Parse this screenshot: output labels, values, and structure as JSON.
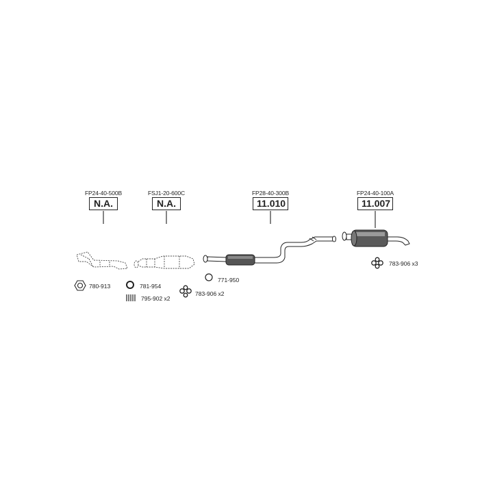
{
  "sections": [
    {
      "part_number": "FP24-40-500B",
      "price": "N.A."
    },
    {
      "part_number": "FSJ1-20-600C",
      "price": "N.A."
    },
    {
      "part_number": "FP28-40-300B",
      "price": "11.010"
    },
    {
      "part_number": "FP24-40-100A",
      "price": "11.007"
    }
  ],
  "accessories": [
    {
      "label": "780-913",
      "icon": "gasket-icon"
    },
    {
      "label": "781-954",
      "icon": "ring-icon"
    },
    {
      "label": "795-902 x2",
      "icon": "spring-icon"
    },
    {
      "label": "783-906 x2",
      "icon": "rubber-mount-icon"
    },
    {
      "label": "771-950",
      "icon": "ring-icon"
    },
    {
      "label": "783-906 x3",
      "icon": "rubber-mount-icon"
    }
  ]
}
